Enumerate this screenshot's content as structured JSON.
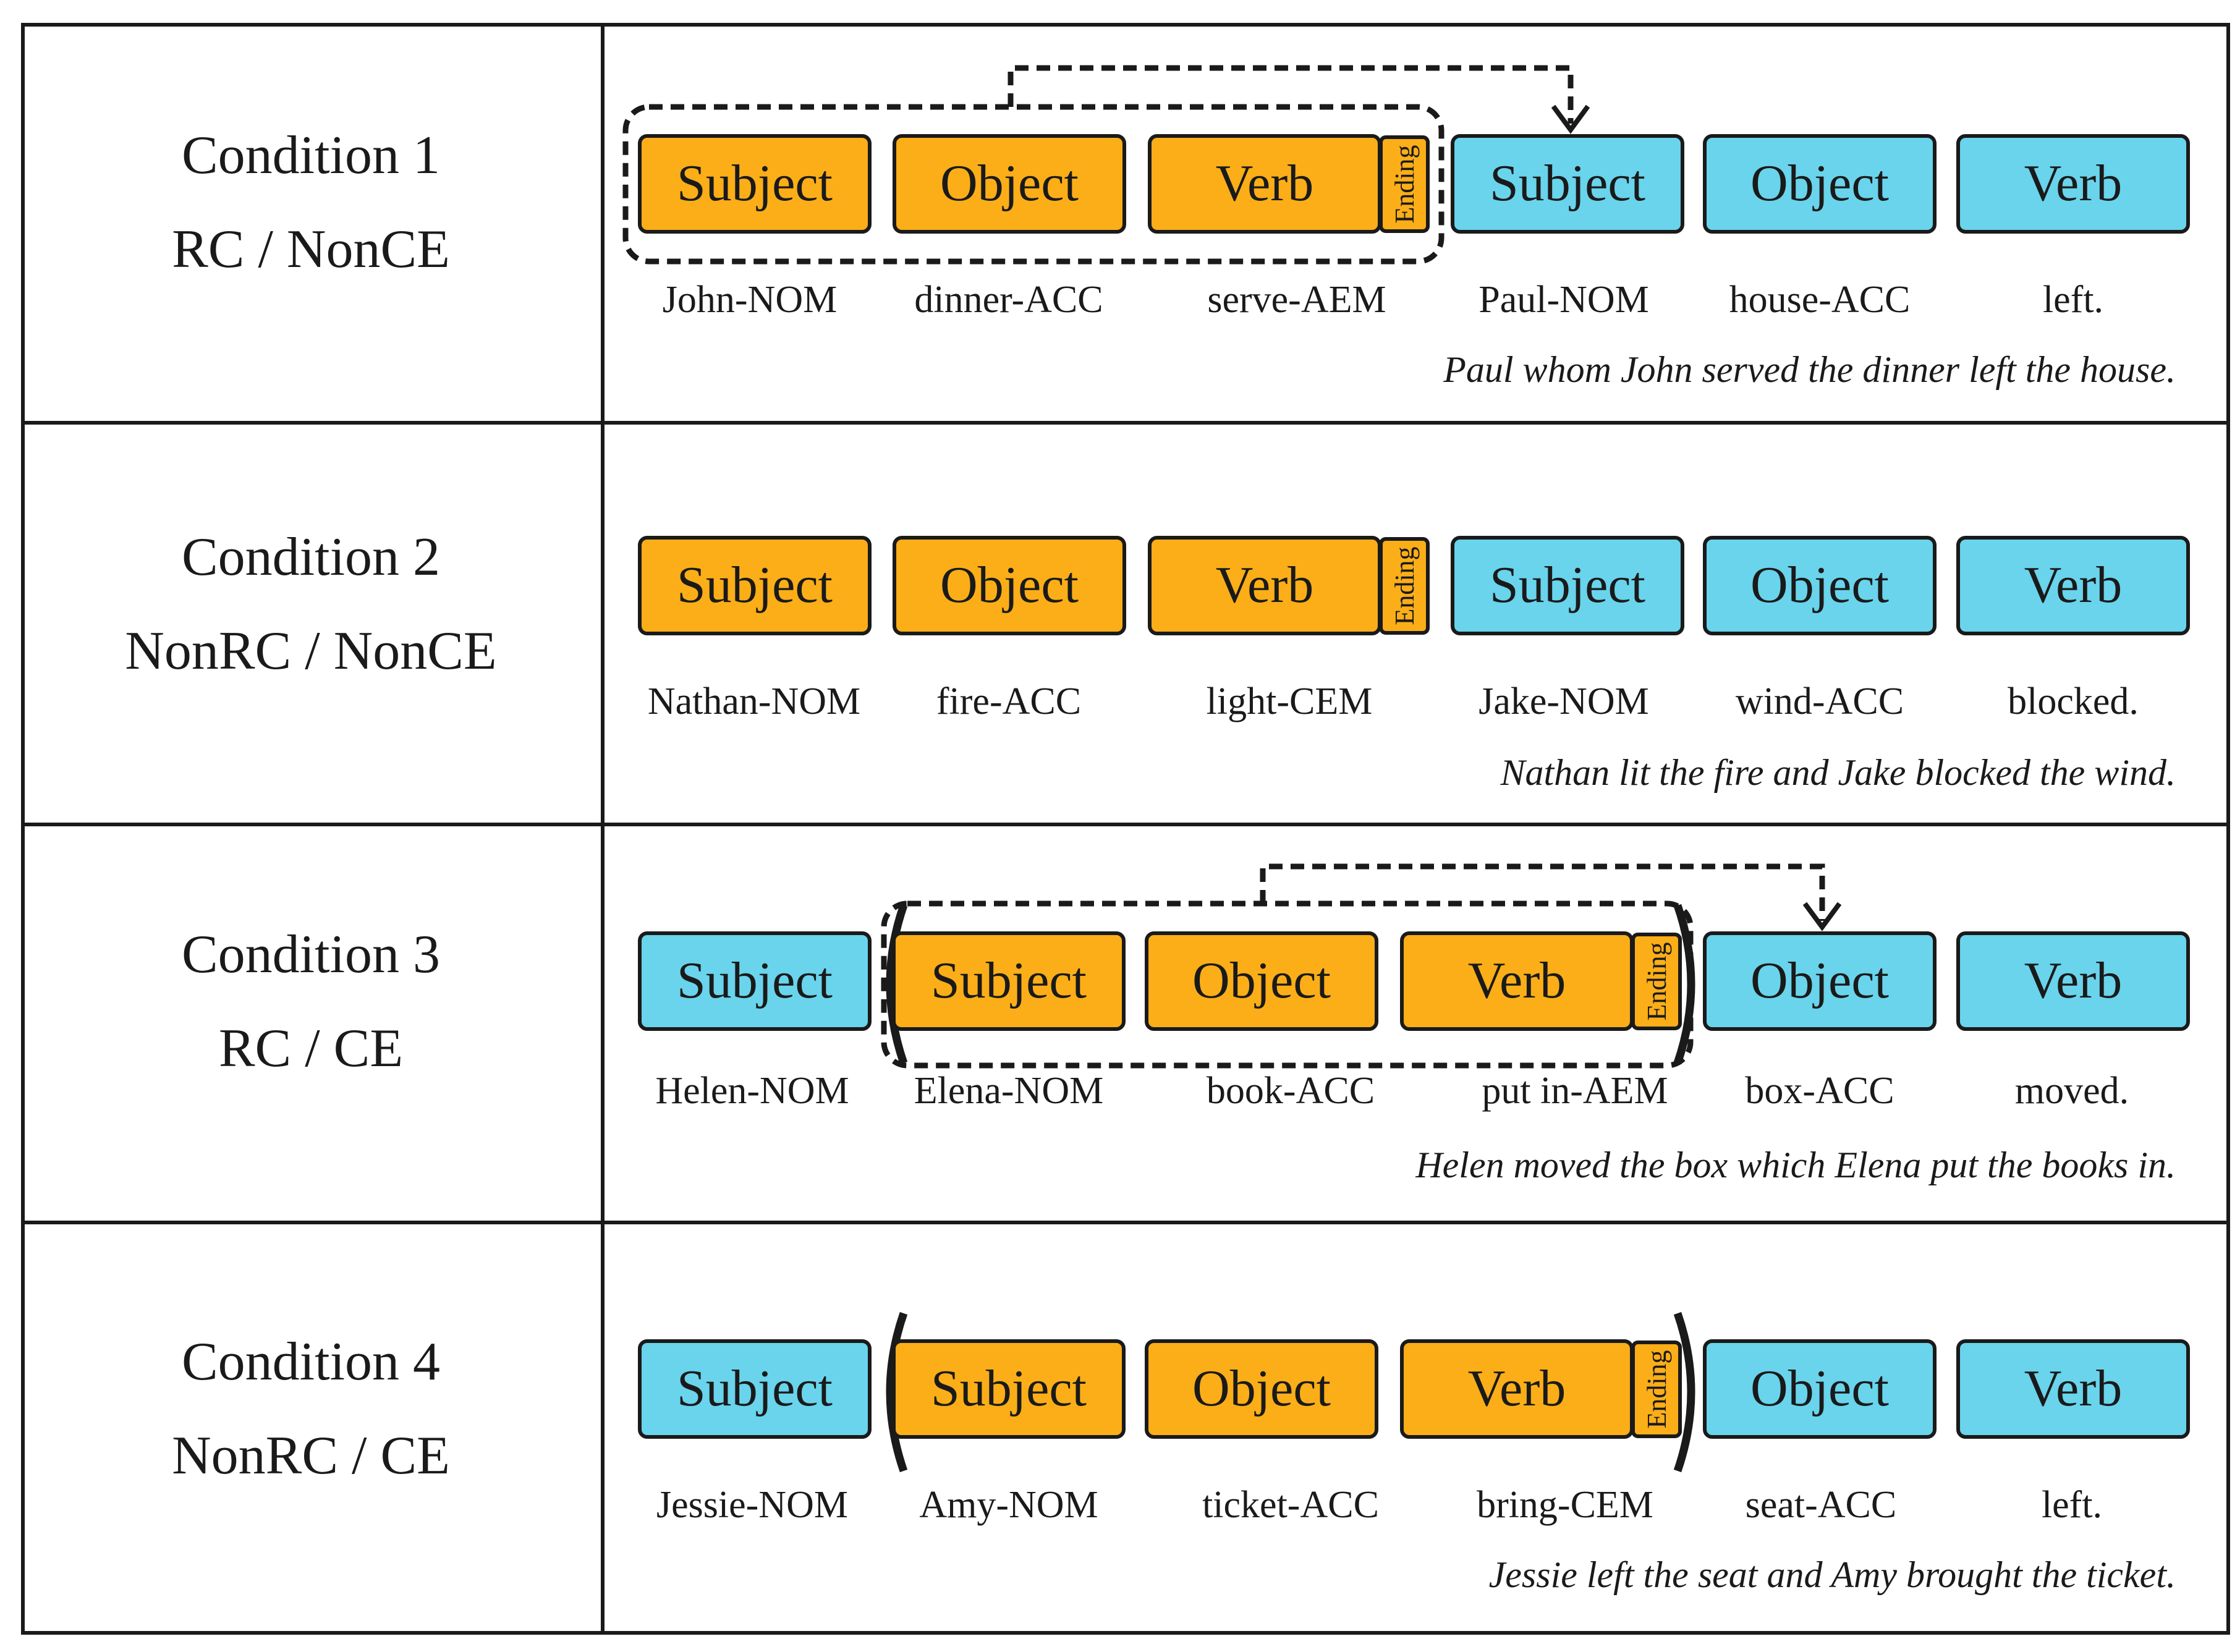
{
  "colors": {
    "embedded": "#FBAE18",
    "matrix": "#69D4EC",
    "stroke": "#1a1a1a"
  },
  "conditions": [
    {
      "name": "Condition 1",
      "type": "RC / NonCE",
      "blocks": [
        {
          "label": "Subject",
          "color": "embedded"
        },
        {
          "label": "Object",
          "color": "embedded"
        },
        {
          "label": "Verb",
          "color": "embedded",
          "ending": "Ending"
        },
        {
          "label": "Subject",
          "color": "matrix"
        },
        {
          "label": "Object",
          "color": "matrix"
        },
        {
          "label": "Verb",
          "color": "matrix"
        }
      ],
      "glosses": [
        "John-NOM",
        "dinner-ACC",
        "serve-AEM",
        "Paul-NOM",
        "house-ACC",
        "left."
      ],
      "translation": "Paul whom John served the dinner left the house."
    },
    {
      "name": "Condition 2",
      "type": "NonRC / NonCE",
      "blocks": [
        {
          "label": "Subject",
          "color": "embedded"
        },
        {
          "label": "Object",
          "color": "embedded"
        },
        {
          "label": "Verb",
          "color": "embedded",
          "ending": "Ending"
        },
        {
          "label": "Subject",
          "color": "matrix"
        },
        {
          "label": "Object",
          "color": "matrix"
        },
        {
          "label": "Verb",
          "color": "matrix"
        }
      ],
      "glosses": [
        "Nathan-NOM",
        "fire-ACC",
        "light-CEM",
        "Jake-NOM",
        "wind-ACC",
        "blocked."
      ],
      "translation": "Nathan lit the fire and Jake blocked the wind."
    },
    {
      "name": "Condition 3",
      "type": "RC / CE",
      "blocks": [
        {
          "label": "Subject",
          "color": "matrix"
        },
        {
          "label": "Subject",
          "color": "embedded"
        },
        {
          "label": "Object",
          "color": "embedded"
        },
        {
          "label": "Verb",
          "color": "embedded",
          "ending": "Ending"
        },
        {
          "label": "Object",
          "color": "matrix"
        },
        {
          "label": "Verb",
          "color": "matrix"
        }
      ],
      "glosses": [
        "Helen-NOM",
        "Elena-NOM",
        "book-ACC",
        "put in-AEM",
        "box-ACC",
        "moved."
      ],
      "translation": "Helen moved the box which Elena put the books in."
    },
    {
      "name": "Condition 4",
      "type": "NonRC / CE",
      "blocks": [
        {
          "label": "Subject",
          "color": "matrix"
        },
        {
          "label": "Subject",
          "color": "embedded"
        },
        {
          "label": "Object",
          "color": "embedded"
        },
        {
          "label": "Verb",
          "color": "embedded",
          "ending": "Ending"
        },
        {
          "label": "Object",
          "color": "matrix"
        },
        {
          "label": "Verb",
          "color": "matrix"
        }
      ],
      "glosses": [
        "Jessie-NOM",
        "Amy-NOM",
        "ticket-ACC",
        "bring-CEM",
        "seat-ACC",
        "left."
      ],
      "translation": "Jessie left the seat and Amy brought the ticket."
    }
  ]
}
